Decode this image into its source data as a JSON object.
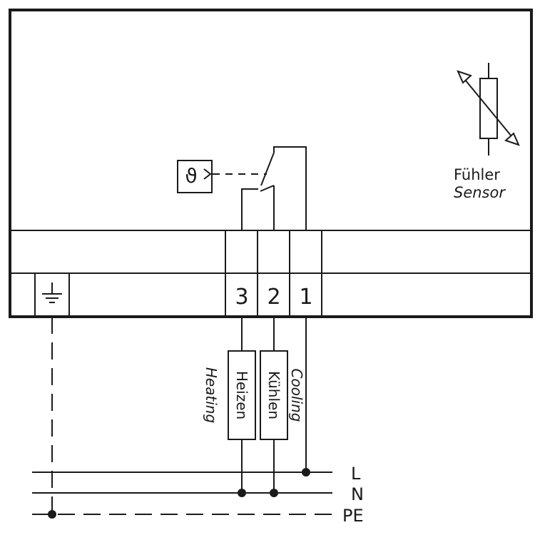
{
  "sensor": {
    "label_de": "Fühler",
    "label_en": "Sensor"
  },
  "controller_symbol": "ϑ",
  "terminals": [
    {
      "id": "3",
      "label": "3"
    },
    {
      "id": "2",
      "label": "2"
    },
    {
      "id": "1",
      "label": "1"
    }
  ],
  "earth_terminal": {
    "icon": "earth-ground-icon"
  },
  "loads": {
    "heating": {
      "label_de": "Heizen",
      "label_en": "Heating"
    },
    "cooling": {
      "label_de": "Kühlen",
      "label_en": "Cooling"
    }
  },
  "lines": {
    "l": "L",
    "n": "N",
    "pe": "PE"
  }
}
